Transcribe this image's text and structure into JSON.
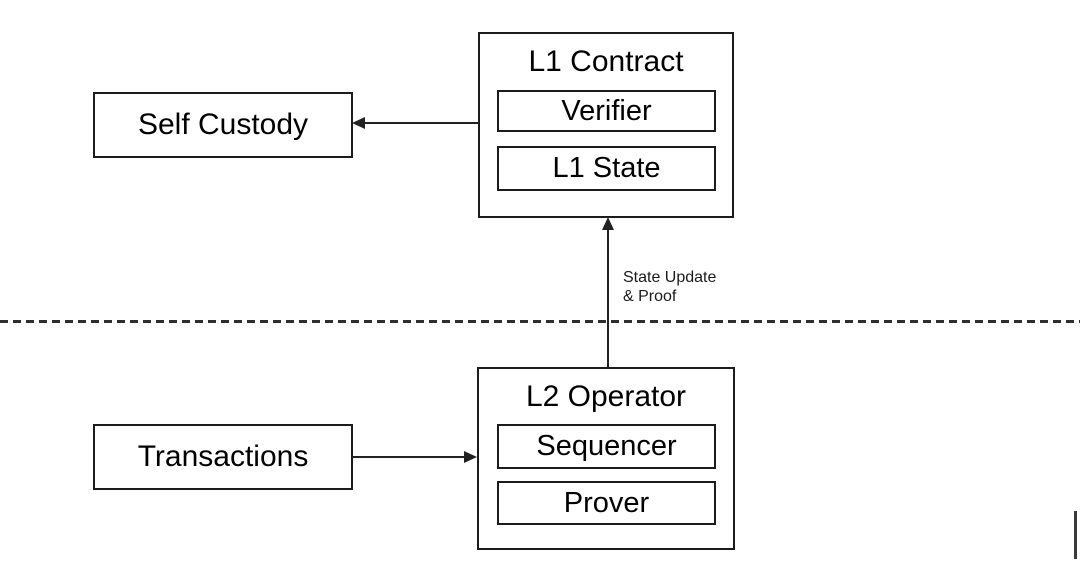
{
  "canvas": {
    "background": "#ffffff",
    "line_color": "#1c1c1c",
    "text_color": "#000000"
  },
  "diagram": {
    "self_custody": {
      "label": "Self Custody"
    },
    "l1_contract": {
      "title": "L1 Contract",
      "children": [
        {
          "label": "Verifier"
        },
        {
          "label": "L1 State"
        }
      ]
    },
    "l2_operator": {
      "title": "L2 Operator",
      "children": [
        {
          "label": "Sequencer"
        },
        {
          "label": "Prover"
        }
      ]
    },
    "transactions": {
      "label": "Transactions"
    },
    "arrows": [
      {
        "name": "l1-contract-to-self-custody",
        "direction": "left",
        "label": ""
      },
      {
        "name": "transactions-to-l2-operator",
        "direction": "right",
        "label": ""
      },
      {
        "name": "l2-operator-to-l1-contract",
        "direction": "up",
        "label": "State Update\n& Proof"
      }
    ],
    "divider": {
      "type": "dashed-horizontal"
    }
  }
}
